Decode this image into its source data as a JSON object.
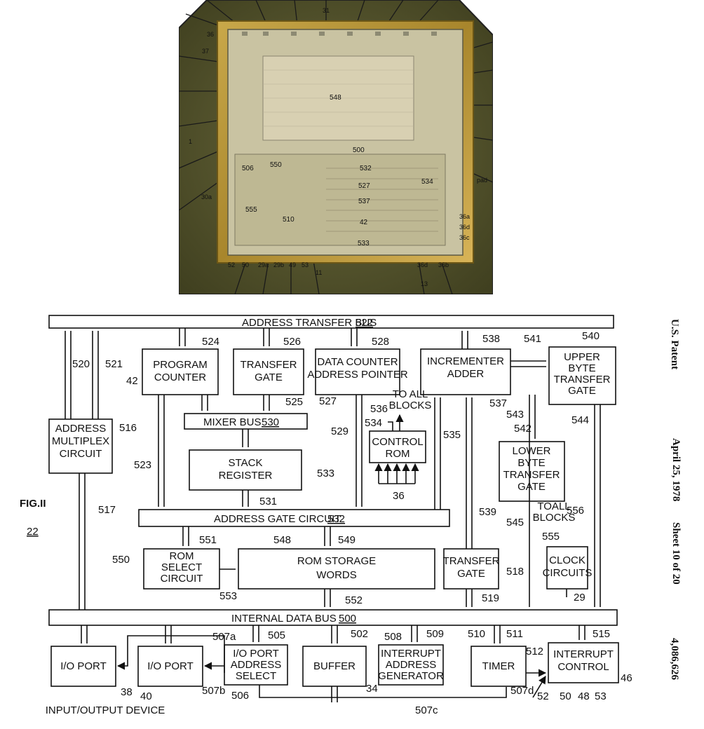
{
  "die_photo": {
    "pad_labels": [
      "31",
      "36",
      "37",
      "1",
      "30a",
      "pad",
      "36a",
      "36d",
      "36c",
      "52",
      "50",
      "29a",
      "29b",
      "49",
      "53",
      "11",
      "36d",
      "36b",
      "13"
    ],
    "region_labels": [
      "548",
      "500",
      "506",
      "550",
      "532",
      "527",
      "537",
      "534",
      "555",
      "510",
      "42",
      "533"
    ]
  },
  "diagram": {
    "figure_label": "FIG.II",
    "figure_ref": "22",
    "blocks": {
      "address_transfer_bus": {
        "label": "ADDRESS TRANSFER BUS",
        "ref": "522"
      },
      "program_counter": {
        "lines": [
          "PROGRAM",
          "COUNTER"
        ],
        "ref": "42"
      },
      "transfer_gate_top": {
        "lines": [
          "TRANSFER",
          "GATE"
        ],
        "ref": "525"
      },
      "data_counter": {
        "lines": [
          "DATA COUNTER",
          "ADDRESS POINTER"
        ],
        "ref": "527"
      },
      "incrementer": {
        "lines": [
          "INCREMENTER",
          "ADDER"
        ],
        "ref": "537"
      },
      "upper_byte": {
        "lines": [
          "UPPER",
          "BYTE",
          "TRANSFER",
          "GATE"
        ],
        "ref": "540"
      },
      "address_multiplex": {
        "lines": [
          "ADDRESS",
          "MULTIPLEX",
          "CIRCUIT"
        ],
        "ref": "516"
      },
      "mixer_bus": {
        "label": "MIXER BUS",
        "ref": "530"
      },
      "stack_register": {
        "lines": [
          "STACK",
          "REGISTER"
        ],
        "ref": "533"
      },
      "control_rom": {
        "lines": [
          "CONTROL",
          "ROM"
        ],
        "ref": "534",
        "note": [
          "TO ALL",
          "BLOCKS"
        ],
        "note_ref": "536",
        "input_ref": "36"
      },
      "lower_byte": {
        "lines": [
          "LOWER",
          "BYTE",
          "TRANSFER",
          "GATE"
        ],
        "ref": "542"
      },
      "address_gate": {
        "label": "ADDRESS GATE CIRCUIT",
        "ref": "532"
      },
      "rom_select": {
        "lines": [
          "ROM",
          "SELECT",
          "CIRCUIT"
        ],
        "ref": "550"
      },
      "rom_storage": {
        "lines": [
          "ROM STORAGE",
          "WORDS"
        ],
        "ref": "548"
      },
      "transfer_gate_mid": {
        "lines": [
          "TRANSFER",
          "GATE"
        ],
        "ref": "518"
      },
      "clock_circuits": {
        "lines": [
          "CLOCK",
          "CIRCUITS"
        ],
        "ref": "555",
        "note": [
          "TOALL",
          "BLOCKS"
        ],
        "note_ref": "556",
        "input_ref": "29"
      },
      "internal_data_bus": {
        "label": "INTERNAL  DATA BUS",
        "ref": "500"
      },
      "io_port_1": {
        "label": "I/O PORT",
        "ref": "38"
      },
      "io_port_2": {
        "label": "I/O PORT",
        "ref": "40"
      },
      "io_port_select": {
        "lines": [
          "I/O PORT",
          "ADDRESS",
          "SELECT"
        ],
        "ref": "506"
      },
      "buffer": {
        "label": "BUFFER",
        "ref": "502"
      },
      "interrupt_address": {
        "lines": [
          "INTERRUPT",
          "ADDRESS",
          "GENERATOR"
        ],
        "ref": "508"
      },
      "timer": {
        "label": "TIMER",
        "ref": "510"
      },
      "interrupt_control": {
        "lines": [
          "INTERRUPT",
          "CONTROL"
        ],
        "ref": "46"
      }
    },
    "refs": [
      "520",
      "521",
      "524",
      "526",
      "528",
      "538",
      "541",
      "523",
      "529",
      "535",
      "531",
      "543",
      "544",
      "517",
      "539",
      "545",
      "551",
      "549",
      "553",
      "552",
      "519",
      "507a",
      "505",
      "509",
      "511",
      "515",
      "512",
      "34",
      "507b",
      "507c",
      "507d",
      "52",
      "50",
      "48",
      "53"
    ],
    "io_device_label": "INPUT/OUTPUT DEVICE"
  },
  "patent_sidebar": {
    "title": "U.S. Patent",
    "date": "April 25, 1978",
    "sheet": "Sheet 10 of 20",
    "number": "4,086,626"
  }
}
